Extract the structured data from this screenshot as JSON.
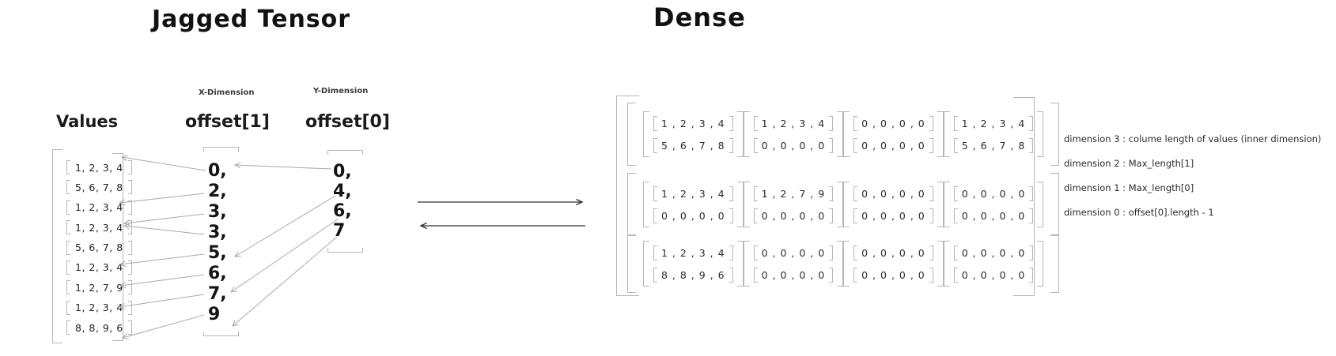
{
  "jagged": {
    "title": "Jagged Tensor",
    "values": {
      "header": "Values",
      "rows": [
        "1, 2, 3, 4",
        "5, 6, 7, 8",
        "1, 2, 3, 4",
        "1, 2, 3, 4",
        "5, 6, 7, 8",
        "1, 2, 3, 4",
        "1, 2, 7, 9",
        "1, 2, 3, 4",
        "8, 8, 9, 6"
      ]
    },
    "offset1": {
      "dimension_label": "X-Dimension",
      "header": "offset[1]",
      "entries": [
        "0,",
        "2,",
        "3,",
        "3,",
        "5,",
        "6,",
        "7,",
        "9"
      ]
    },
    "offset0": {
      "dimension_label": "Y-Dimension",
      "header": "offset[0]",
      "entries": [
        "0,",
        "4,",
        "6,",
        "7"
      ]
    }
  },
  "dense": {
    "title": "Dense",
    "grid": [
      [
        [
          "1 , 2 , 3 , 4",
          "5 , 6 , 7 , 8"
        ],
        [
          "1 , 2 , 3 , 4",
          "0 , 0 , 0 , 0"
        ],
        [
          "0 , 0 , 0 , 0",
          "0 , 0 , 0 , 0"
        ],
        [
          "1 , 2 , 3 , 4",
          "5 , 6 , 7 , 8"
        ]
      ],
      [
        [
          "1 , 2 , 3 , 4",
          "0 , 0 , 0 , 0"
        ],
        [
          "1 , 2 , 7 , 9",
          "0 , 0 , 0 , 0"
        ],
        [
          "0 , 0 , 0 , 0",
          "0 , 0 , 0 , 0"
        ],
        [
          "0 , 0 , 0 , 0",
          "0 , 0 , 0 , 0"
        ]
      ],
      [
        [
          "1 , 2 , 3 , 4",
          "8 , 8 , 9 , 6"
        ],
        [
          "0 , 0 , 0 , 0",
          "0 , 0 , 0 , 0"
        ],
        [
          "0 , 0 , 0 , 0",
          "0 , 0 , 0 , 0"
        ],
        [
          "0 , 0 , 0 , 0",
          "0 , 0 , 0 , 0"
        ]
      ]
    ],
    "annotations": [
      "dimension 3 : colume length of values (inner dimension)",
      "dimension 2 : Max_length[1]",
      "dimension 1  : Max_length[0]",
      "dimension 0 : offset[0].length - 1"
    ]
  },
  "colors": {
    "ink": "#1e1e1e",
    "bracket_gray": "#b6b6b6",
    "arrow_gray": "#a9a9a9",
    "arrow_dark": "#2f2f2f"
  }
}
